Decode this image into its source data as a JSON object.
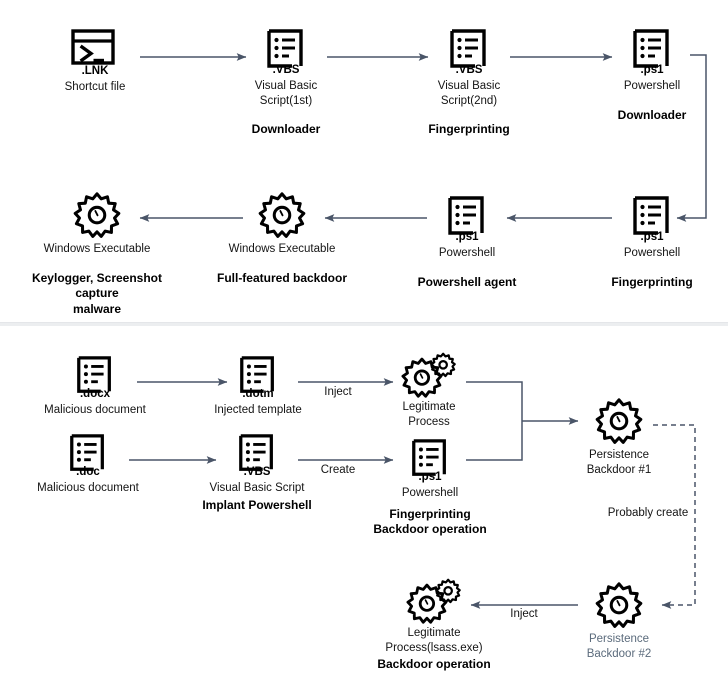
{
  "diagram": {
    "title": "Malware attack chain flow diagram",
    "colors": {
      "arrow": "#4a5568",
      "icon": "#000000",
      "text": "#141414",
      "muted_text": "#5b6b7c",
      "divider": "#eceef0",
      "background": "#ffffff"
    },
    "sections": [
      {
        "id": "chain-upper",
        "rows": [
          {
            "id": "upper-row-1",
            "nodes": [
              {
                "id": "lnk-shortcut",
                "icon": "terminal-console-icon",
                "ext": ".LNK",
                "caption": "Shortcut file",
                "subtitle": ""
              },
              {
                "id": "vbs-first",
                "icon": "script-document-icon",
                "ext": ".VBS",
                "caption": "Visual Basic\nScript(1st)",
                "subtitle": "Downloader"
              },
              {
                "id": "vbs-second",
                "icon": "script-document-icon",
                "ext": ".VBS",
                "caption": "Visual Basic\nScript(2nd)",
                "subtitle": "Fingerprinting"
              },
              {
                "id": "ps1-downloader",
                "icon": "script-document-icon",
                "ext": ".ps1",
                "caption": "Powershell",
                "subtitle": "Downloader"
              }
            ]
          },
          {
            "id": "upper-row-2",
            "nodes": [
              {
                "id": "exe-keylogger",
                "icon": "gear-icon",
                "ext": "",
                "caption": "Windows Executable",
                "subtitle": "Keylogger, Screenshot capture\nmalware"
              },
              {
                "id": "exe-backdoor",
                "icon": "gear-icon",
                "ext": "",
                "caption": "Windows Executable",
                "subtitle": "Full-featured backdoor"
              },
              {
                "id": "ps1-agent",
                "icon": "script-document-icon",
                "ext": ".ps1",
                "caption": "Powershell",
                "subtitle": "Powershell agent"
              },
              {
                "id": "ps1-fingerprint",
                "icon": "script-document-icon",
                "ext": ".ps1",
                "caption": "Powershell",
                "subtitle": "Fingerprinting"
              }
            ]
          }
        ]
      },
      {
        "id": "chain-lower",
        "nodes": [
          {
            "id": "docx-malicious",
            "icon": "script-document-icon",
            "ext": ".docx",
            "caption": "Malicious document",
            "subtitle": ""
          },
          {
            "id": "dotm-template",
            "icon": "script-document-icon",
            "ext": ".dotm",
            "caption": "Injected template",
            "subtitle": ""
          },
          {
            "id": "legit-process",
            "icon": "dual-gear-icon",
            "ext": "",
            "caption": "Legitimate\nProcess",
            "subtitle": ""
          },
          {
            "id": "doc-malicious",
            "icon": "script-document-icon",
            "ext": ".doc",
            "caption": "Malicious document",
            "subtitle": ""
          },
          {
            "id": "vbs-implant",
            "icon": "script-document-icon",
            "ext": ".VBS",
            "caption": "Visual Basic Script",
            "subtitle": "Implant Powershell"
          },
          {
            "id": "ps1-backdoor-op",
            "icon": "script-document-icon",
            "ext": ".ps1",
            "caption": "Powershell",
            "subtitle": "Fingerprinting\nBackdoor operation"
          },
          {
            "id": "persistence-backdoor-1",
            "icon": "gear-icon",
            "ext": "",
            "caption": "Persistence\nBackdoor #1",
            "subtitle": ""
          },
          {
            "id": "persistence-backdoor-2",
            "icon": "gear-icon",
            "ext": "",
            "caption": "Persistence\nBackdoor #2",
            "subtitle": "",
            "caption_muted": true
          },
          {
            "id": "legit-process-lsass",
            "icon": "dual-gear-icon",
            "ext": "",
            "caption": "Legitimate\nProcess(lsass.exe)",
            "subtitle": "Backdoor operation"
          }
        ],
        "edge_labels": [
          {
            "id": "edge-inject-top",
            "text": "Inject"
          },
          {
            "id": "edge-create",
            "text": "Create"
          },
          {
            "id": "edge-probably-create",
            "text": "Probably create"
          },
          {
            "id": "edge-inject-bottom",
            "text": "Inject"
          }
        ]
      }
    ]
  }
}
